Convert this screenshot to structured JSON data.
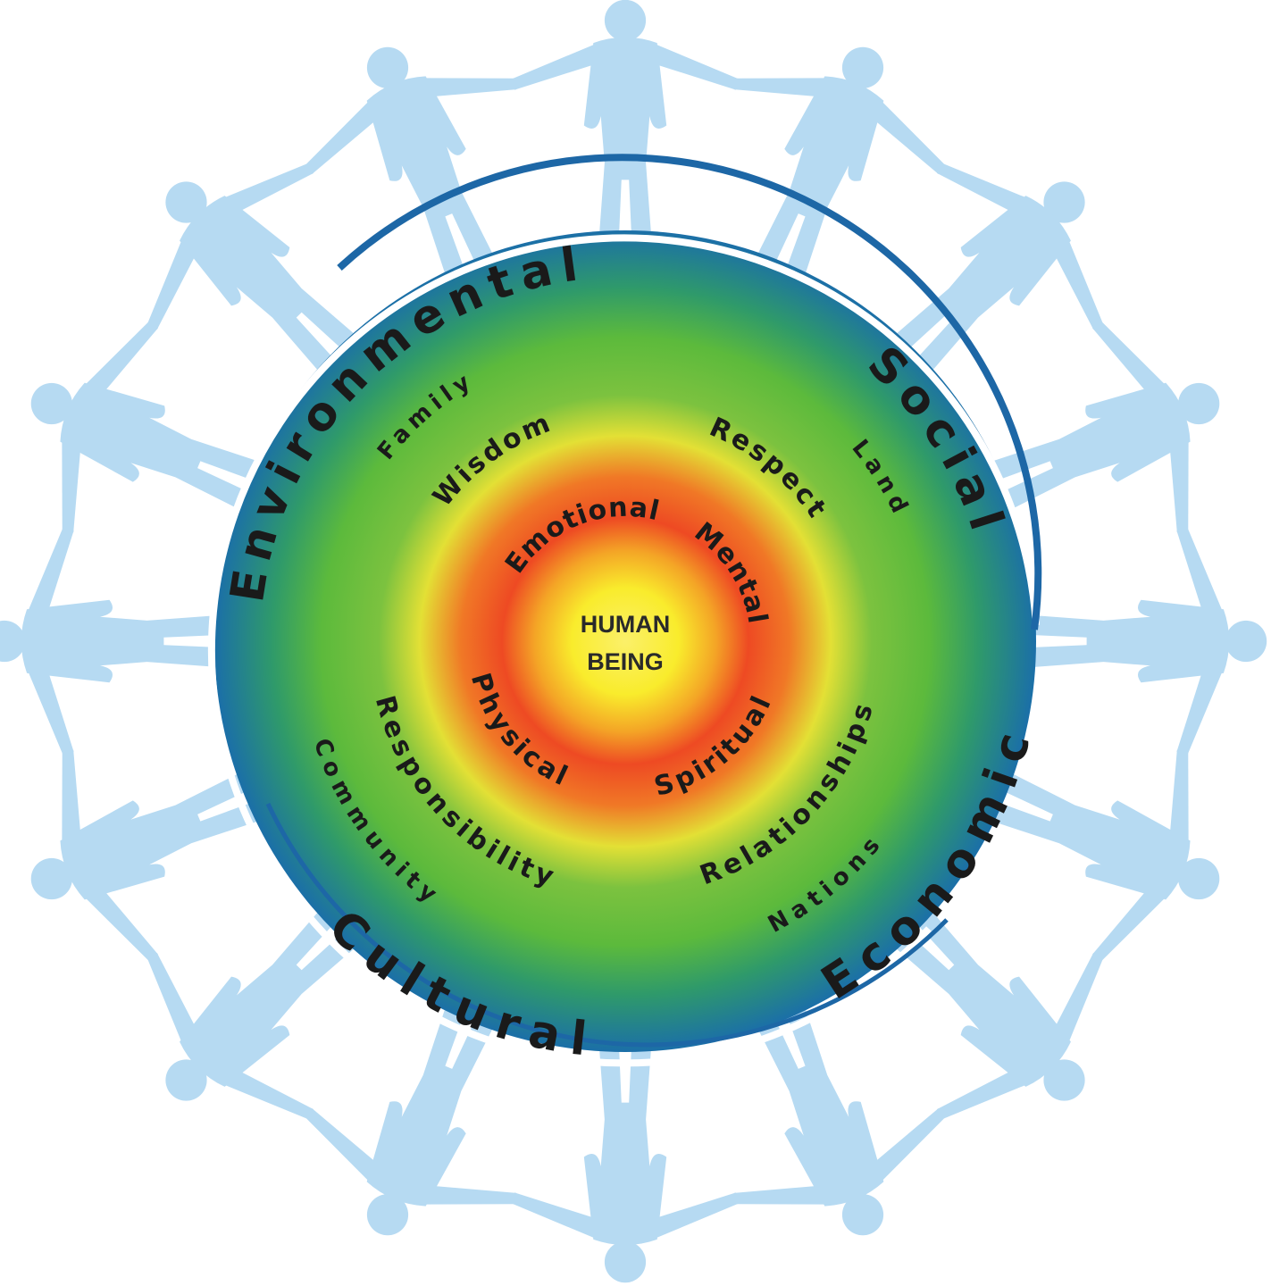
{
  "center": {
    "line1": "HUMAN",
    "line2": "BEING"
  },
  "inner_ring": [
    "Emotional",
    "Mental",
    "Spiritual",
    "Physical"
  ],
  "middle_ring": [
    "Wisdom",
    "Respect",
    "Relationships",
    "Responsibility"
  ],
  "green_ring": [
    "Family",
    "Land",
    "Nations",
    "Community"
  ],
  "outer_ring": [
    "Environmental",
    "Social",
    "Economic",
    "Cultural"
  ],
  "colors": {
    "center": "#f9ec2c",
    "red_band": "#ee4a23",
    "yellow_band": "#e3e035",
    "green_band": "#5cba3c",
    "outer_blue": "#1b6fa8",
    "figure_blue": "#b6daf2"
  },
  "figure_icon": "person-silhouette-icon"
}
